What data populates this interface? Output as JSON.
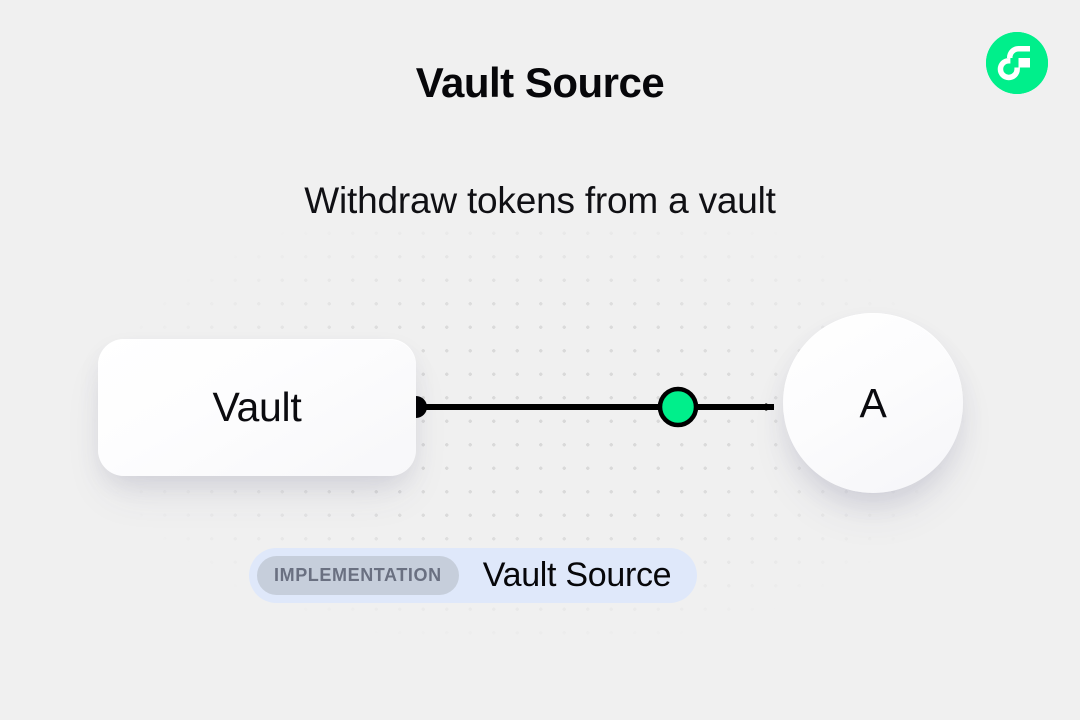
{
  "page": {
    "title": "Vault Source",
    "subtitle": "Withdraw tokens from a vault",
    "background_color": "#f0f0f0",
    "grid_dot_color": "#d8d8d8"
  },
  "logo": {
    "icon": "flow-logo-icon",
    "brand": "Flow",
    "circle_color": "#00ef8b",
    "mark_color": "#ffffff"
  },
  "diagram": {
    "nodes": [
      {
        "id": "vault",
        "shape": "rounded-rectangle",
        "label": "Vault",
        "fill": "#ffffff"
      },
      {
        "id": "a",
        "shape": "circle",
        "label": "A",
        "fill": "#ffffff"
      }
    ],
    "edges": [
      {
        "from": "vault",
        "to": "a",
        "source_port_color": "#000000",
        "midpoint_dot_color": "#00ef8b",
        "line_color": "#000000",
        "arrowhead": "solid-triangle"
      }
    ]
  },
  "badge": {
    "kind_label": "IMPLEMENTATION",
    "name": "Vault Source",
    "container_color": "#dfe8fa",
    "pill_color": "#c6cedb",
    "pill_text_color": "#6a7081"
  }
}
